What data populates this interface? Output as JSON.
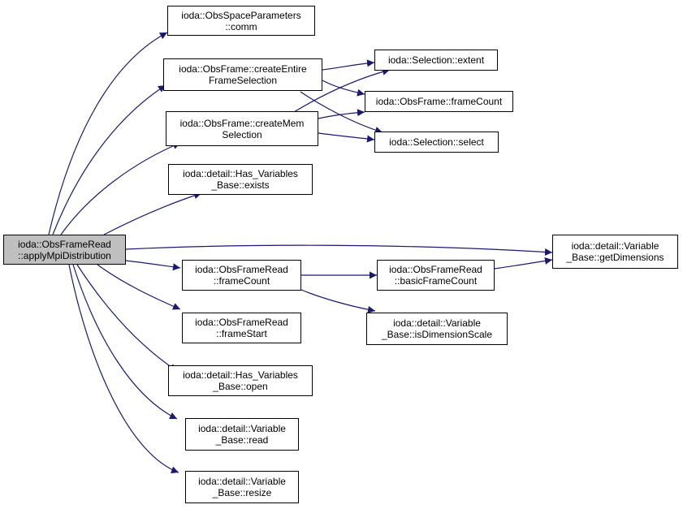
{
  "colors": {
    "edge": "#191970",
    "root_fill": "#bfbfbf",
    "node_fill": "#ffffff",
    "border": "#000000"
  },
  "nodes": {
    "root": [
      "ioda::ObsFrameRead",
      "::applyMpiDistribution"
    ],
    "comm": [
      "ioda::ObsSpaceParameters",
      "::comm"
    ],
    "create_entire": [
      "ioda::ObsFrame::createEntire",
      "FrameSelection"
    ],
    "create_mem": [
      "ioda::ObsFrame::createMem",
      "Selection"
    ],
    "exists": [
      "ioda::detail::Has_Variables",
      "_Base::exists"
    ],
    "ofr_frame_count": [
      "ioda::ObsFrameRead",
      "::frameCount"
    ],
    "frame_start": [
      "ioda::ObsFrameRead",
      "::frameStart"
    ],
    "open": [
      "ioda::detail::Has_Variables",
      "_Base::open"
    ],
    "read": [
      "ioda::detail::Variable",
      "_Base::read"
    ],
    "resize": [
      "ioda::detail::Variable",
      "_Base::resize"
    ],
    "extent": [
      "ioda::Selection::extent"
    ],
    "of_frame_count": [
      "ioda::ObsFrame::frameCount"
    ],
    "select": [
      "ioda::Selection::select"
    ],
    "basic_frame_count": [
      "ioda::ObsFrameRead",
      "::basicFrameCount"
    ],
    "is_dimension_scale": [
      "ioda::detail::Variable",
      "_Base::isDimensionScale"
    ],
    "get_dimensions": [
      "ioda::detail::Variable",
      "_Base::getDimensions"
    ]
  }
}
